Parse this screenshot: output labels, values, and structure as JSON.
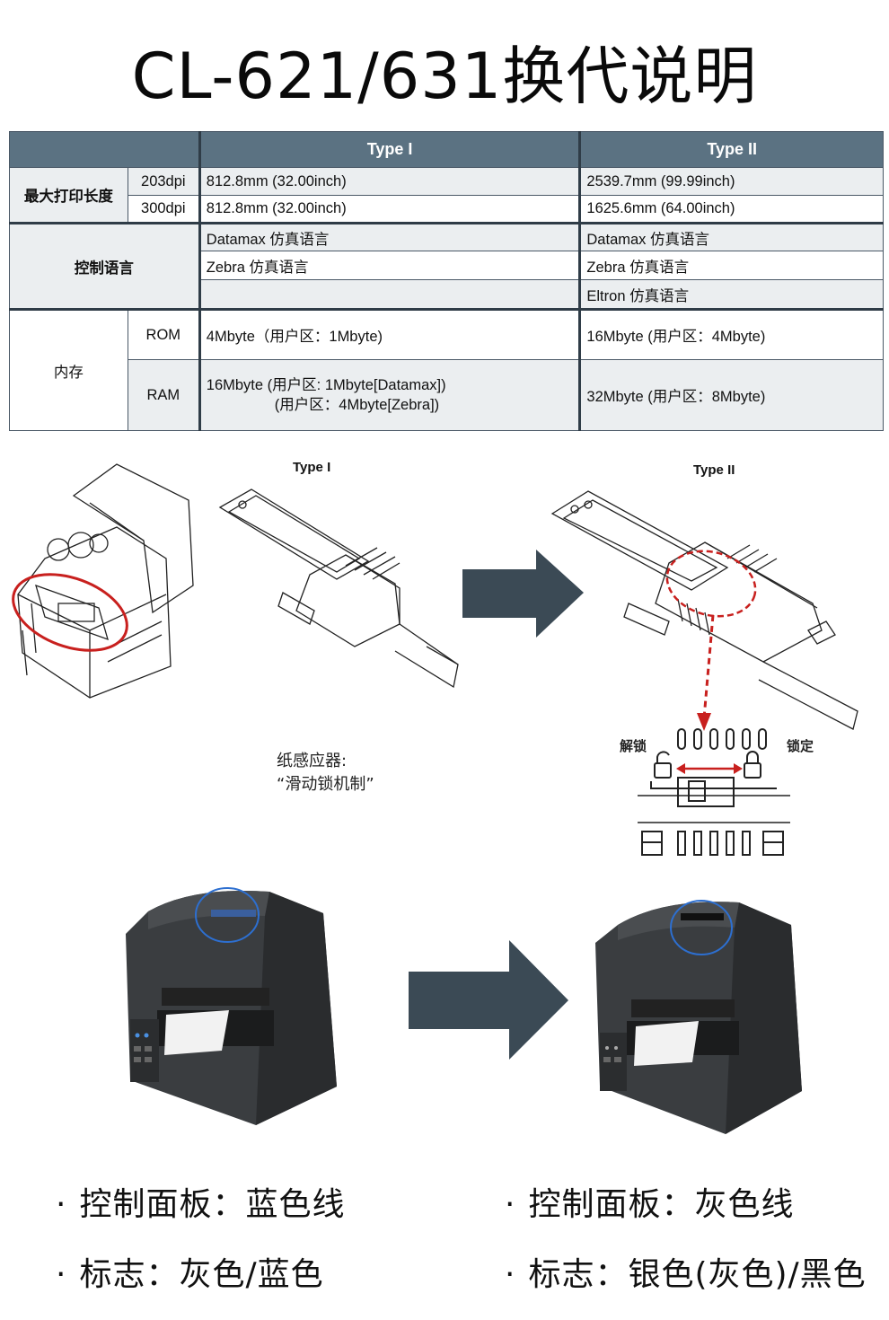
{
  "title": "CL-621/631换代说明",
  "table": {
    "headers": [
      "Type I",
      "Type II"
    ],
    "max_print_length": {
      "label": "最大打印长度",
      "rows": [
        {
          "dpi": "203dpi",
          "type1": "812.8mm (32.00inch)",
          "type2": "2539.7mm (99.99inch)"
        },
        {
          "dpi": "300dpi",
          "type1": "812.8mm (32.00inch)",
          "type2": "1625.6mm (64.00inch)"
        }
      ]
    },
    "control_language": {
      "label": "控制语言",
      "rows": [
        {
          "type1": "Datamax 仿真语言",
          "type2": "Datamax 仿真语言"
        },
        {
          "type1": "Zebra 仿真语言",
          "type2": "Zebra 仿真语言"
        },
        {
          "type1": "",
          "type2": "Eltron 仿真语言"
        }
      ]
    },
    "memory": {
      "label": "内存",
      "rom": {
        "name": "ROM",
        "type1": "4Mbyte（用户区：1Mbyte)",
        "type2": "16Mbyte (用户区：4Mbyte)"
      },
      "ram": {
        "name": "RAM",
        "type1_line1": "16Mbyte (用户区: 1Mbyte[Datamax])",
        "type1_line2": "(用户区：4Mbyte[Zebra])",
        "type2": "32Mbyte (用户区：8Mbyte)"
      }
    }
  },
  "diagram": {
    "type1_label": "Type I",
    "type2_label": "Type II",
    "sensor_note_line1": "纸感应器:",
    "sensor_note_line2": "“滑动锁机制”",
    "unlock_label": "解锁",
    "lock_label": "锁定"
  },
  "bullets": {
    "left": [
      "控制面板：蓝色线",
      "标志：灰色/蓝色"
    ],
    "right": [
      "控制面板：灰色线",
      "标志：银色(灰色)/黑色"
    ],
    "dot": "·"
  },
  "colors": {
    "header_bg": "#5b7282",
    "arrow": "#3b4a55",
    "highlight_red": "#c8201e",
    "highlight_blue": "#2d6fd0",
    "printer_body": "#3a3d40"
  }
}
